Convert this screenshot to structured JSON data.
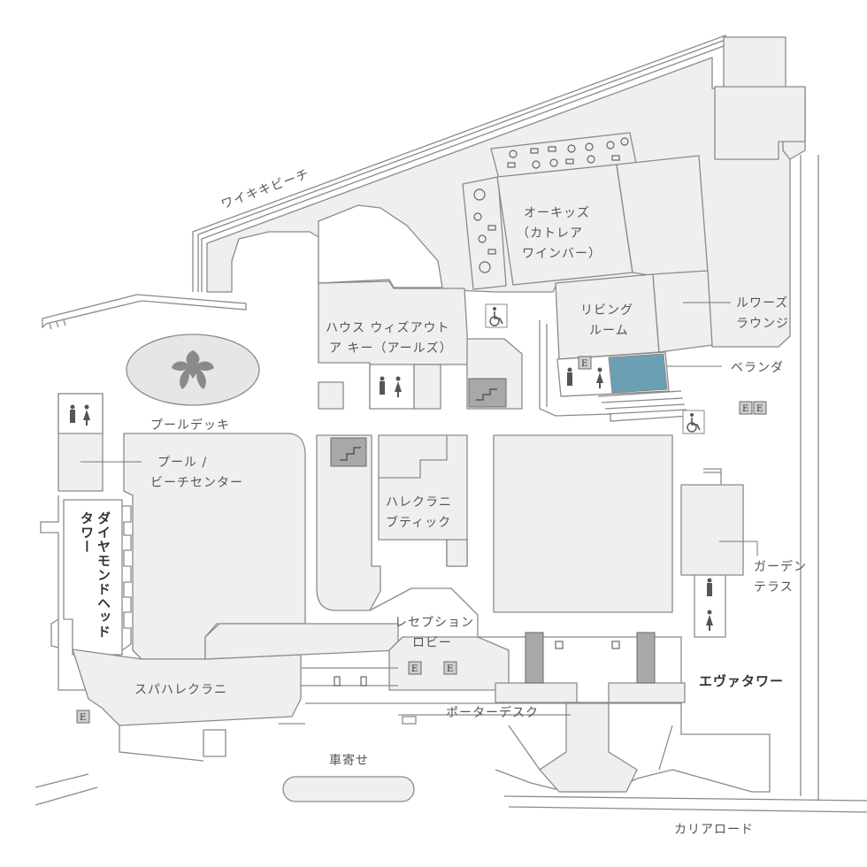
{
  "labels": {
    "waikiki_beach": "ワイキキビーチ",
    "orchids": [
      "オーキッズ",
      "（カトレア",
      "ワインバー）"
    ],
    "house_without_a_key": [
      "ハウス ウィズアウト",
      "ア キー（アールズ）"
    ],
    "living_room": [
      "リビング",
      "ルーム"
    ],
    "lewers_lounge": [
      "ルワーズ",
      "ラウンジ"
    ],
    "veranda": "ベランダ",
    "pool_deck": "プールデッキ",
    "pool_beach_center": [
      "プール /",
      "ビーチセンター"
    ],
    "diamond_head_tower": [
      "ダイヤモンドヘッド",
      "タワー"
    ],
    "halekulani_boutique": [
      "ハレクラニ",
      "ブティック"
    ],
    "garden_terrace": [
      "ガーデン",
      "テラス"
    ],
    "reception_lobby": [
      "レセプション",
      "ロビー"
    ],
    "spa_halekulani": "スパハレクラニ",
    "ewa_tower": "エヴァタワー",
    "porter_desk": "ポーターデスク",
    "porte_cochere": "車寄せ",
    "kalia_road": "カリアロード"
  },
  "elevator_letter": "E",
  "highlight_color": "#6b9fb4",
  "icons": [
    "orchid-logo-icon",
    "restroom-icon",
    "wheelchair-icon",
    "stairs-icon",
    "elevator-icon",
    "table-seating-icon"
  ]
}
